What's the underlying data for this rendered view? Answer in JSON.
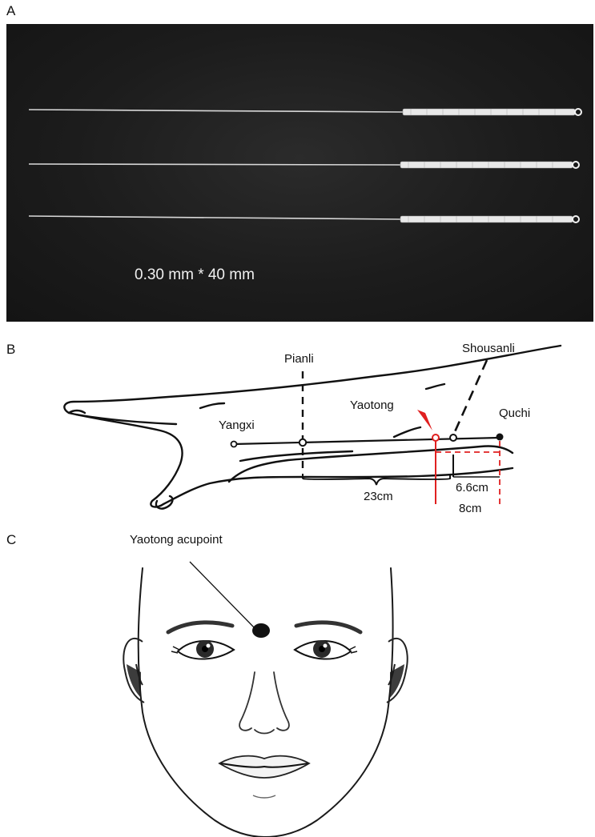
{
  "panels": {
    "a": {
      "letter": "A",
      "needle_spec": "0.30 mm * 40 mm",
      "needle_count": 3
    },
    "b": {
      "letter": "B",
      "acupoints": {
        "pianli": "Pianli",
        "shousanli": "Shousanli",
        "yaotong": "Yaotong",
        "yangxi": "Yangxi",
        "quchi": "Quchi"
      },
      "distances": {
        "total": "23cm",
        "shousanli_to_quchi": "6.6cm",
        "yaotong_to_quchi": "8cm"
      },
      "marker_color": "#e02020"
    },
    "c": {
      "letter": "C",
      "callout": "Yaotong acupoint"
    }
  }
}
